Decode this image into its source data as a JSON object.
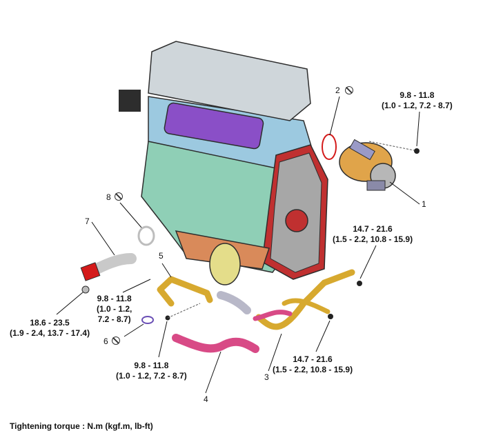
{
  "callouts": {
    "c1": "1",
    "c2": "2",
    "c3": "3",
    "c4": "4",
    "c5": "5",
    "c6": "6",
    "c7": "7",
    "c8": "8"
  },
  "torques": {
    "t_top_right": [
      "9.8 - 11.8",
      "(1.0 - 1.2, 7.2 - 8.7)"
    ],
    "t_mid_right": [
      "14.7 - 21.6",
      "(1.5 - 2.2, 10.8 - 15.9)"
    ],
    "t_bottom_right": [
      "14.7 - 21.6",
      "(1.5 - 2.2, 10.8 - 15.9)"
    ],
    "t_left_pipe": [
      "9.8 - 11.8",
      "(1.0 - 1.2,",
      "7.2 - 8.7)"
    ],
    "t_left_fitting": [
      "18.6 - 23.5",
      "(1.9 - 2.4, 13.7 - 17.4)"
    ],
    "t_bottom_center": [
      "9.8 - 11.8",
      "(1.0 - 1.2, 7.2 - 8.7)"
    ]
  },
  "caption": "Tightening torque : N.m (kgf.m, lb-ft)",
  "colors": {
    "block": "#8fcfb6",
    "head": "#9cc9e0",
    "cover": "#cfd6da",
    "manifold": "#8a4fc7",
    "timing_cover": "#c03030",
    "oil_pan": "#d98a5a",
    "filter": "#e4dd8a",
    "pipe_gold": "#d7a92f",
    "hose_pink": "#d84a86",
    "hose_gray": "#b8b8c8",
    "gasket_red": "#d41a1a"
  }
}
